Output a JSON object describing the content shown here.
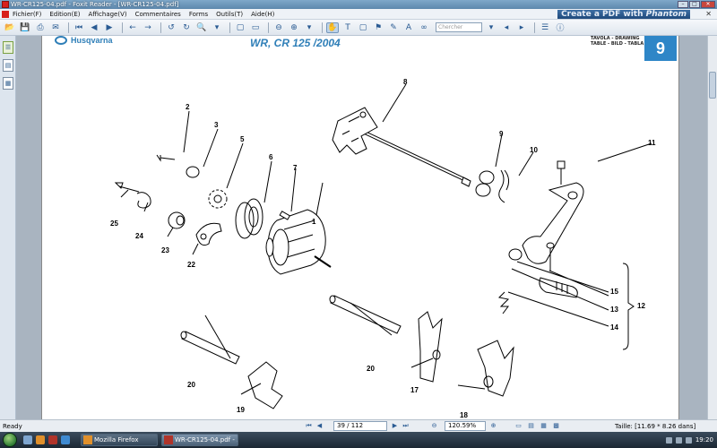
{
  "window": {
    "title": "WR-CR125-04.pdf - Foxit Reader - [WR-CR125-04.pdf]",
    "buttons": [
      "–",
      "□",
      "✕"
    ]
  },
  "menu": {
    "items": [
      "Fichier(F)",
      "Edition(E)",
      "Affichage(V)",
      "Commentaires",
      "Forms",
      "Outils(T)",
      "Aide(H)"
    ],
    "promo_pre": "Create a PDF with ",
    "promo_brand": "Phantom",
    "close": "✕"
  },
  "toolbar": {
    "search_placeholder": "Chercher"
  },
  "document": {
    "brand": "Husqvarna",
    "model": "WR, CR 125 /2004",
    "table_lines": [
      "TAVOLA - DRAWING",
      "TABLE - BILD - TABLA"
    ],
    "page_badge": "9",
    "part_numbers": [
      "1",
      "2",
      "3",
      "5",
      "6",
      "7",
      "8",
      "9",
      "10",
      "11",
      "12",
      "13",
      "14",
      "15",
      "17",
      "18",
      "19",
      "20",
      "20",
      "22",
      "23",
      "24",
      "25"
    ]
  },
  "status": {
    "ready": "Ready",
    "page": "39 / 112",
    "zoom": "120.59%",
    "size": "Taille: [11.69 * 8.26 dans]"
  },
  "taskbar": {
    "tasks": [
      "Mozilla Firefox",
      "WR-CR125-04.pdf - ..."
    ],
    "clock": "19:20"
  }
}
